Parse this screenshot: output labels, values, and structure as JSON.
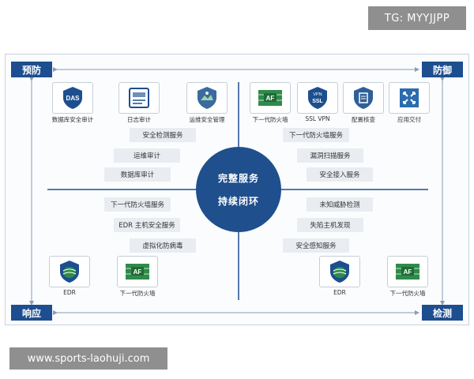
{
  "badge": "TG: MYYJJPP",
  "corners": {
    "top_left": "预防",
    "top_right": "防御",
    "bottom_left": "响应",
    "bottom_right": "检测"
  },
  "center": {
    "line1": "完整服务",
    "line2": "持续闭环"
  },
  "icons": {
    "das": {
      "text": "DAS",
      "label": "数据库安全审计"
    },
    "log": {
      "label": "日志审计"
    },
    "ops": {
      "label": "运维安全管理"
    },
    "af_top": {
      "text": "AF",
      "label": "下一代防火墙"
    },
    "ssl": {
      "text1": "VPN",
      "text2": "SSL",
      "label": "SSL  VPN"
    },
    "config": {
      "label": "配置核查"
    },
    "app": {
      "label": "应用交付"
    },
    "edr_left": {
      "label": "EDR"
    },
    "af_bl": {
      "text": "AF",
      "label": "下一代防火墙"
    },
    "edr_right": {
      "label": "EDR"
    },
    "af_br": {
      "text": "AF",
      "label": "下一代防火墙"
    }
  },
  "pills": {
    "tl": [
      "安全检测服务",
      "运维审计",
      "数据库审计"
    ],
    "tr": [
      "下一代防火墙服务",
      "漏洞扫描服务",
      "安全接入服务"
    ],
    "bl": [
      "下一代防火墙服务",
      "EDR 主机安全服务",
      "虚拟化防病毒"
    ],
    "br": [
      "未知威胁检测",
      "失陷主机发现",
      "安全感知服务"
    ]
  },
  "colors": {
    "brand": "#1d4e8f",
    "pill": "#e9edf2",
    "green": "#2e8b4a"
  },
  "watermark": "www.sports-laohuji.com"
}
